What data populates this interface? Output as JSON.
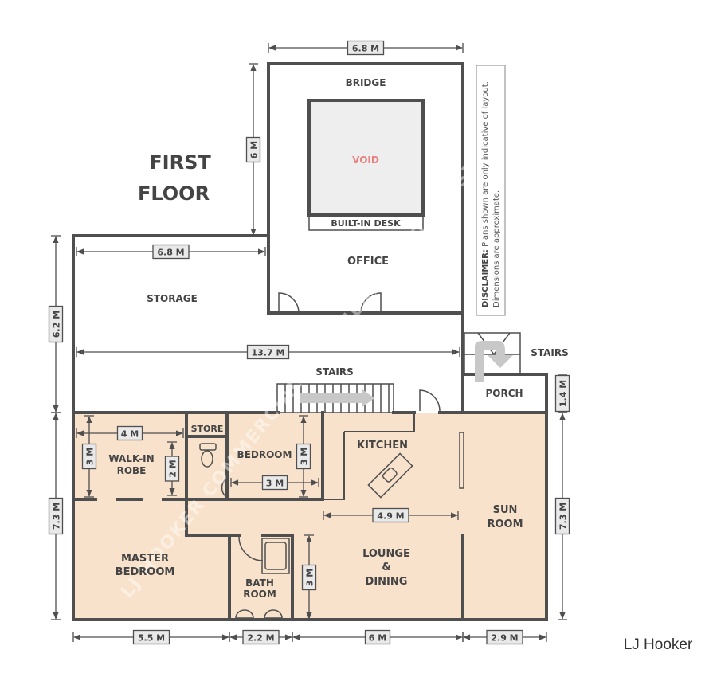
{
  "title": {
    "line1": "FIRST",
    "line2": "FLOOR"
  },
  "rooms": {
    "bridge": "BRIDGE",
    "void": "VOID",
    "desk": "BUILT-IN DESK",
    "office": "OFFICE",
    "storage": "STORAGE",
    "stairs_mid": "STAIRS",
    "stairs_right": "STAIRS",
    "porch": "PORCH",
    "store": "STORE",
    "walkin_1": "WALK-IN",
    "walkin_2": "ROBE",
    "bedroom": "BEDROOM",
    "kitchen": "KITCHEN",
    "sunroom_1": "SUN",
    "sunroom_2": "ROOM",
    "master_1": "MASTER",
    "master_2": "BEDROOM",
    "bath_1": "BATH",
    "bath_2": "ROOM",
    "lounge_1": "LOUNGE",
    "lounge_2": "&",
    "lounge_3": "DINING"
  },
  "dimensions": {
    "office_width": "6.8 M",
    "office_depth": "6 M",
    "storage_width": "6.8 M",
    "full_width": "13.7 M",
    "left_upper": "6.2 M",
    "left_lower": "7.3 M",
    "right_lower": "7.3 M",
    "porch": "1.4 M",
    "robe_width": "4 M",
    "robe_depth": "3 M",
    "robe_inner": "2 M",
    "bedroom_depth": "3 M",
    "bedroom_width": "3 M",
    "lounge_width": "4.9 M",
    "lounge_depth": "3 M",
    "bottom_1": "5.5 M",
    "bottom_2": "2.2 M",
    "bottom_3": "6 M",
    "bottom_4": "2.9 M"
  },
  "disclaimer": {
    "label": "DISCLAIMER:",
    "line1": "Plans shown are only indicative of layout.",
    "line2": "Dimensions are approximate."
  },
  "watermark": "LJ HOOKER COMMERCIAL SOUTHERN GOLD COAST",
  "logo": "LJ Hooker",
  "colors": {
    "wall": "#4f4f4f",
    "fill": "#f8e2cb",
    "void_label": "#e8807f"
  }
}
